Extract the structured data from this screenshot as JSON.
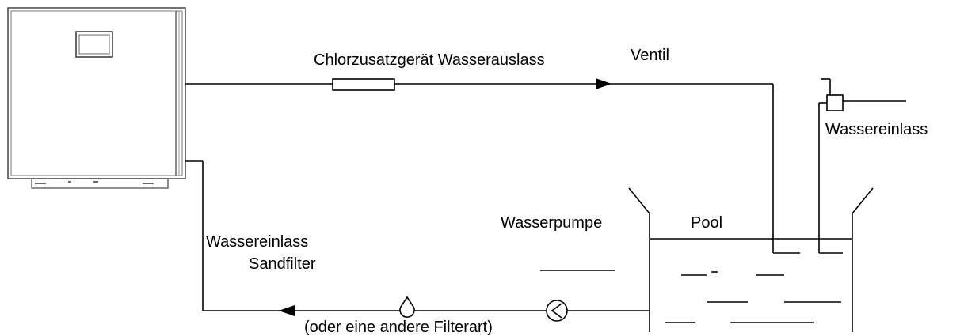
{
  "labels": {
    "chlorinator_outlet": "Chlorzusatzgerät Wasserauslass",
    "valve": "Ventil",
    "water_inlet_right": "Wassereinlass",
    "water_pump": "Wasserpumpe",
    "pool": "Pool",
    "water_inlet_left": "Wassereinlass",
    "sand_filter": "Sandfilter",
    "other_filter": "(oder eine andere Filterart)"
  }
}
